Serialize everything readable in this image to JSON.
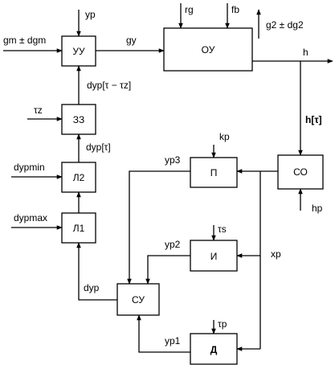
{
  "blocks": {
    "uu": "УУ",
    "ou": "ОУ",
    "zz": "ЗЗ",
    "l2": "Л2",
    "l1": "Л1",
    "p": "П",
    "co": "СО",
    "i": "И",
    "su": "СУ",
    "d": "Д"
  },
  "signals": {
    "yp_in": "yp",
    "gm_in": "gm ± dgm",
    "gy": "gy",
    "rg": "rg",
    "fb": "fb",
    "g2": "g2 ± dg2",
    "h": "h",
    "h_tau": "h[τ]",
    "dyp_delay": "dyp[τ − τz]",
    "tau_z": "τz",
    "dyp_tau": "dyp[τ]",
    "dypmin": "dypmin",
    "dypmax": "dypmax",
    "kp": "kp",
    "yp3": "yp3",
    "hp": "hp",
    "tau_s": "τs",
    "yp2": "yp2",
    "xp": "xp",
    "dyp": "dyp",
    "tau_p": "τp",
    "yp1": "yp1"
  }
}
